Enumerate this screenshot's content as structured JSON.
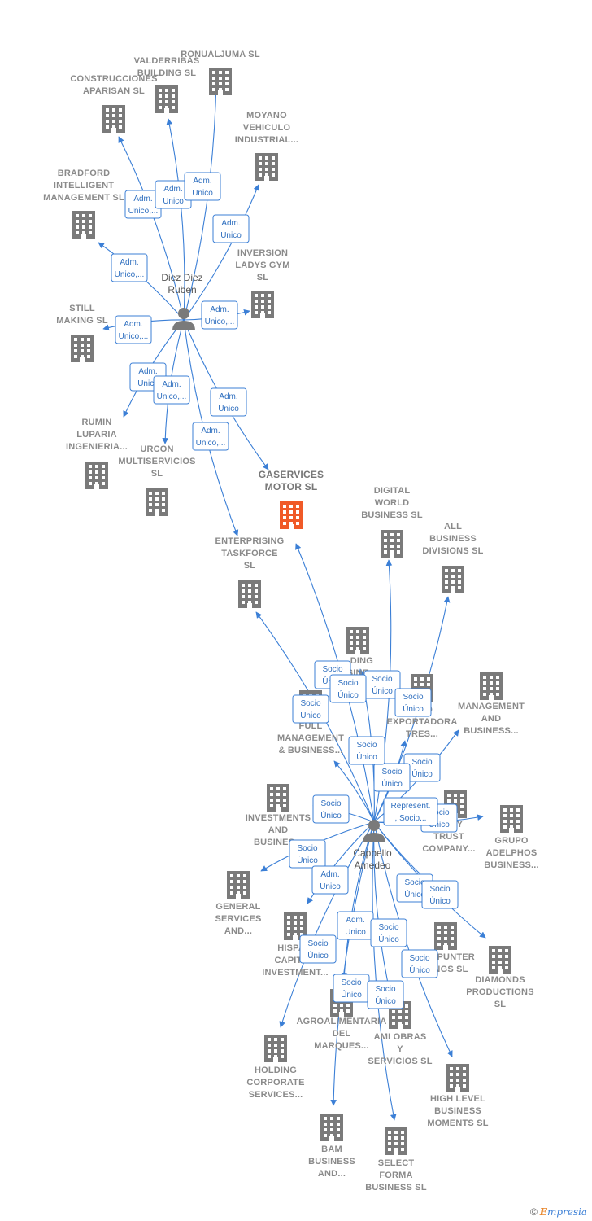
{
  "colors": {
    "edge": "#3b7fd6",
    "company": "#7a7a7a",
    "focus": "#f05a28",
    "person": "#7a7a7a"
  },
  "nodes": [
    {
      "id": "diez",
      "type": "person",
      "label": [
        "Diez Diez",
        "Ruben"
      ]
    },
    {
      "id": "cappello",
      "type": "person",
      "label": [
        "Cappello",
        "Amedeo"
      ]
    },
    {
      "id": "gaservices",
      "type": "company",
      "focus": true,
      "label": [
        "GASERVICES",
        "MOTOR  SL"
      ]
    },
    {
      "id": "ronualjuma",
      "type": "company",
      "label": [
        "RONUALJUMA SL"
      ]
    },
    {
      "id": "valderribas",
      "type": "company",
      "label": [
        "VALDERRIBAS",
        "BUILDING SL"
      ]
    },
    {
      "id": "construcciones",
      "type": "company",
      "label": [
        "CONSTRUCCIONES",
        "APARISAN  SL"
      ]
    },
    {
      "id": "moyano",
      "type": "company",
      "label": [
        "MOYANO",
        "VEHICULO",
        "INDUSTRIAL..."
      ]
    },
    {
      "id": "bradford",
      "type": "company",
      "label": [
        "BRADFORD",
        "INTELLIGENT",
        "MANAGEMENT SL"
      ]
    },
    {
      "id": "inversion",
      "type": "company",
      "label": [
        "INVERSION",
        "LADYS GYM",
        "SL"
      ]
    },
    {
      "id": "still",
      "type": "company",
      "label": [
        "STILL",
        "MAKING  SL"
      ]
    },
    {
      "id": "rumin",
      "type": "company",
      "label": [
        "RUMIN",
        "LUPARIA",
        "INGENIERIA..."
      ]
    },
    {
      "id": "urcon",
      "type": "company",
      "label": [
        "URCON",
        "MULTISERVICIOS",
        "SL"
      ]
    },
    {
      "id": "enterprising",
      "type": "company",
      "label": [
        "ENTERPRISING",
        "TASKFORCE",
        "SL"
      ]
    },
    {
      "id": "digital",
      "type": "company",
      "label": [
        "DIGITAL",
        "WORLD",
        "BUSINESS  SL"
      ]
    },
    {
      "id": "allbusiness",
      "type": "company",
      "label": [
        "ALL",
        "BUSINESS",
        "DIVISIONS  SL"
      ]
    },
    {
      "id": "holdingbusiness",
      "type": "company",
      "label": [
        "...DING",
        "...SINE...",
        "...OW"
      ]
    },
    {
      "id": "exportadora",
      "type": "company",
      "label": [
        "...AD",
        "EXPORTADORA",
        "TRES..."
      ]
    },
    {
      "id": "management",
      "type": "company",
      "label": [
        "MANAGEMENT",
        "AND",
        "BUSINESS..."
      ]
    },
    {
      "id": "fullmgmt",
      "type": "company",
      "label": [
        "FULL",
        "MANAGEMENT",
        "& BUSINESS..."
      ]
    },
    {
      "id": "investments",
      "type": "company",
      "label": [
        "INVESTMENTS",
        "AND",
        "BUSINES..."
      ]
    },
    {
      "id": "quality",
      "type": "company",
      "label": [
        "...LITY",
        "TRUST",
        "COMPANY..."
      ]
    },
    {
      "id": "adelphos",
      "type": "company",
      "label": [
        "GRUPO",
        "ADELPHOS",
        "BUSINESS..."
      ]
    },
    {
      "id": "general",
      "type": "company",
      "label": [
        "GENERAL",
        "SERVICES",
        "AND..."
      ]
    },
    {
      "id": "hispa",
      "type": "company",
      "label": [
        "HISPA...",
        "CAPITA...",
        "INVESTMENT..."
      ]
    },
    {
      "id": "counterpunter",
      "type": "company",
      "label": [
        "...ERPUNTER",
        "...INGS  SL"
      ]
    },
    {
      "id": "diamonds",
      "type": "company",
      "label": [
        "DIAMONDS",
        "PRODUCTIONS",
        "SL"
      ]
    },
    {
      "id": "agroalimentaria",
      "type": "company",
      "label": [
        "AGROALIMENTARIA",
        "DEL",
        "MARQUES..."
      ]
    },
    {
      "id": "amiobras",
      "type": "company",
      "label": [
        "AMI OBRAS",
        "Y",
        "SERVICIOS  SL"
      ]
    },
    {
      "id": "holdingcorp",
      "type": "company",
      "label": [
        "HOLDING",
        "CORPORATE",
        "SERVICES..."
      ]
    },
    {
      "id": "highlevel",
      "type": "company",
      "label": [
        "HIGH LEVEL",
        "BUSINESS",
        "MOMENTS  SL"
      ]
    },
    {
      "id": "bam",
      "type": "company",
      "label": [
        "BAM",
        "BUSINESS",
        "AND..."
      ]
    },
    {
      "id": "selectforma",
      "type": "company",
      "label": [
        "SELECT",
        "FORMA",
        "BUSINESS  SL"
      ]
    }
  ],
  "edges": [
    {
      "from": "diez",
      "to": "construcciones",
      "label": [
        "Adm.",
        "Unico,..."
      ]
    },
    {
      "from": "diez",
      "to": "valderribas",
      "label": [
        "Adm.",
        "Unico"
      ]
    },
    {
      "from": "diez",
      "to": "ronualjuma",
      "label": [
        "Adm.",
        "Unico"
      ]
    },
    {
      "from": "diez",
      "to": "moyano",
      "label": [
        "Adm.",
        "Unico"
      ]
    },
    {
      "from": "diez",
      "to": "bradford",
      "label": [
        "Adm.",
        "Unico,..."
      ]
    },
    {
      "from": "diez",
      "to": "inversion",
      "label": [
        "Adm.",
        "Unico,..."
      ]
    },
    {
      "from": "diez",
      "to": "still",
      "label": [
        "Adm.",
        "Unico,..."
      ]
    },
    {
      "from": "diez",
      "to": "rumin",
      "label": [
        "Adm.",
        "Unico"
      ]
    },
    {
      "from": "diez",
      "to": "urcon",
      "label": [
        "Adm.",
        "Unico,..."
      ]
    },
    {
      "from": "diez",
      "to": "gaservices",
      "label": [
        "Adm.",
        "Unico"
      ]
    },
    {
      "from": "diez",
      "to": "enterprising",
      "label": [
        "Adm.",
        "Unico,..."
      ]
    },
    {
      "from": "cappello",
      "to": "gaservices",
      "label": [
        "Socio",
        "Único"
      ]
    },
    {
      "from": "cappello",
      "to": "enterprising",
      "label": [
        "Socio",
        "Único"
      ]
    },
    {
      "from": "cappello",
      "to": "digital",
      "label": [
        "Socio",
        "Único"
      ]
    },
    {
      "from": "cappello",
      "to": "allbusiness",
      "label": [
        "Socio",
        "Único"
      ]
    },
    {
      "from": "cappello",
      "to": "holdingbusiness",
      "label": [
        "Socio",
        "Único"
      ]
    },
    {
      "from": "cappello",
      "to": "exportadora",
      "label": [
        "Socio",
        "Único"
      ]
    },
    {
      "from": "cappello",
      "to": "management",
      "label": [
        "Socio",
        "Único"
      ]
    },
    {
      "from": "cappello",
      "to": "fullmgmt",
      "label": [
        "Socio",
        "Único"
      ]
    },
    {
      "from": "cappello",
      "to": "investments",
      "label": [
        "Socio",
        "Único"
      ]
    },
    {
      "from": "cappello",
      "to": "quality",
      "label": [
        "Socio",
        "Único"
      ]
    },
    {
      "from": "cappello",
      "to": "adelphos",
      "label": [
        "Represent.",
        ", Socio..."
      ]
    },
    {
      "from": "cappello",
      "to": "general",
      "label": [
        "Socio",
        "Único"
      ]
    },
    {
      "from": "cappello",
      "to": "hispa",
      "label": [
        "Adm.",
        "Unico"
      ]
    },
    {
      "from": "cappello",
      "to": "counterpunter",
      "label": [
        "Socio",
        "Único"
      ]
    },
    {
      "from": "cappello",
      "to": "diamonds",
      "label": [
        "Socio",
        "Único"
      ]
    },
    {
      "from": "cappello",
      "to": "agroalimentaria",
      "label": [
        "Adm.",
        "Unico"
      ]
    },
    {
      "from": "cappello",
      "to": "amiobras",
      "label": [
        "Socio",
        "Único"
      ]
    },
    {
      "from": "cappello",
      "to": "holdingcorp",
      "label": [
        "Socio",
        "Único"
      ]
    },
    {
      "from": "cappello",
      "to": "highlevel",
      "label": [
        "Socio",
        "Único"
      ]
    },
    {
      "from": "cappello",
      "to": "bam",
      "label": [
        "Socio",
        "Único"
      ]
    },
    {
      "from": "cappello",
      "to": "selectforma",
      "label": [
        "Socio",
        "Único"
      ]
    }
  ],
  "footer": {
    "copyright": "©",
    "brand_initial": "E",
    "brand_rest": "mpresia"
  }
}
